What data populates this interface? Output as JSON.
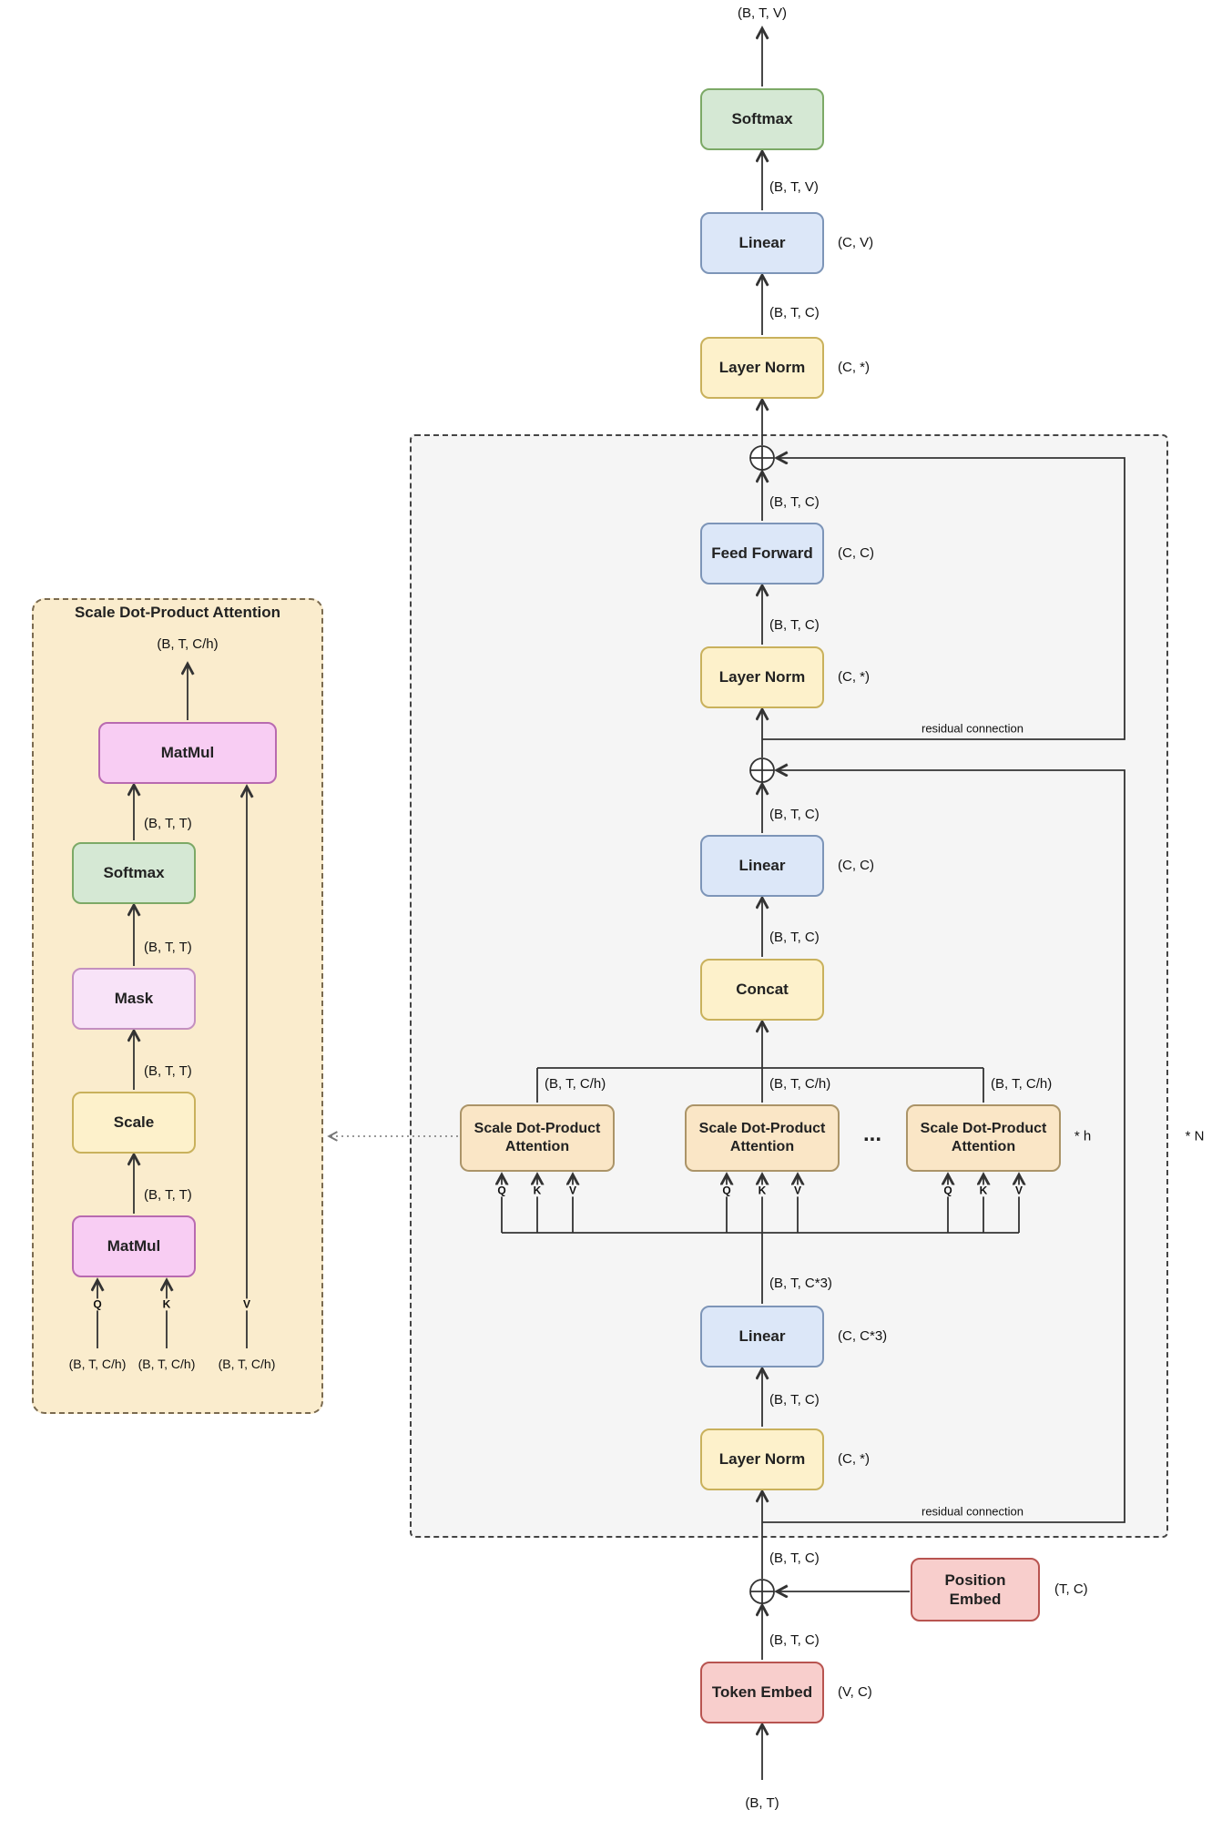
{
  "main": {
    "output_shape": "(B, T, V)",
    "softmax": "Softmax",
    "softmax_in": "(B, T, V)",
    "linear_head": "Linear",
    "linear_head_param": "(C, V)",
    "linear_head_in": "(B, T, C)",
    "final_ln": "Layer Norm",
    "final_ln_param": "(C, *)",
    "pos_embed": "Position Embed",
    "pos_embed_param": "(T, C)",
    "embed_sum_out": "(B, T, C)",
    "token_embed": "Token Embed",
    "token_embed_param": "(V, C)",
    "token_embed_out": "(B, T, C)",
    "input_shape": "(B, T)"
  },
  "block": {
    "repeat": "* N",
    "ff": "Feed Forward",
    "ff_param": "(C, C)",
    "ff_out": "(B, T, C)",
    "ln2": "Layer Norm",
    "ln2_param": "(C, *)",
    "ln2_out": "(B, T, C)",
    "residual": "residual connection",
    "linear_proj": "Linear",
    "linear_proj_param": "(C, C)",
    "proj_out": "(B, T, C)",
    "concat": "Concat",
    "concat_in": "(B, T, C)",
    "heads": {
      "label": "Scale Dot-Product Attention",
      "out_shape": "(B, T, C/h)",
      "q": "Q",
      "k": "K",
      "v": "V",
      "dots": "...",
      "repeat": "* h"
    },
    "linear_qkv": "Linear",
    "linear_qkv_param": "(C, C*3)",
    "linear_qkv_out": "(B, T, C*3)",
    "ln1": "Layer Norm",
    "ln1_param": "(C, *)",
    "ln1_out": "(B, T, C)"
  },
  "detail": {
    "title": "Scale Dot-Product Attention",
    "out_shape": "(B, T, C/h)",
    "matmul_top": "MatMul",
    "softmax": "Softmax",
    "softmax_out": "(B, T, T)",
    "mask": "Mask",
    "mask_out": "(B, T, T)",
    "scale": "Scale",
    "scale_out": "(B, T, T)",
    "matmul_bottom": "MatMul",
    "matmul_out": "(B, T, T)",
    "q": "Q",
    "k": "K",
    "v": "V",
    "q_shape": "(B, T, C/h)",
    "k_shape": "(B, T, C/h)",
    "v_shape": "(B, T, C/h)"
  },
  "colors": {
    "softmax_green": "#d5e8d4",
    "linear_blue": "#dce7f8",
    "norm_yellow": "#fdf1cb",
    "embed_red": "#f8cecc",
    "attention_tan": "#fae6c6",
    "matmul_magenta": "#f8cdf3",
    "mask_lavender": "#f8e3f8",
    "block_gray": "#f5f5f5",
    "detail_cream": "#faeccd",
    "edge": "#333333"
  }
}
